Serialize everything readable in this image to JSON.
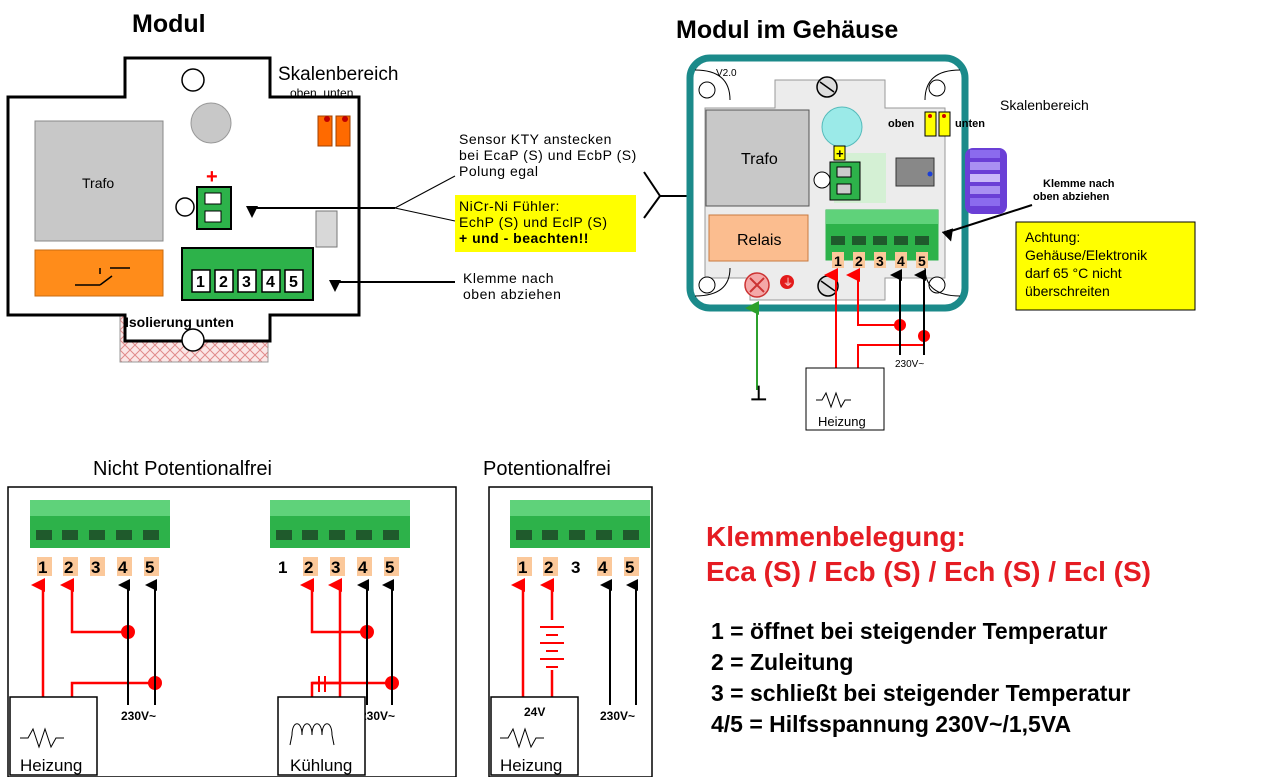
{
  "titles": {
    "modul": "Modul",
    "modul_gehaeuse": "Modul im Gehäuse",
    "nicht_potentialfrei": "Nicht Potentionalfrei",
    "potentialfrei": "Potentionalfrei"
  },
  "modul": {
    "skalenbereich": "Skalenbereich",
    "oben_unten": "oben  unten",
    "trafo": "Trafo",
    "plus": "+",
    "terminals": [
      "1",
      "2",
      "3",
      "4",
      "5"
    ],
    "isolierung": "Isolierung unten"
  },
  "annotations": {
    "sensor": [
      "Sensor KTY anstecken",
      "bei EcaP (S) und EcbP (S)",
      "Polung egal"
    ],
    "nicr": [
      "NiCr-Ni Fühler:",
      "EchP (S) und EclP (S)",
      "+ und - beachten!!"
    ],
    "klemme": [
      "Klemme nach",
      "oben abziehen"
    ]
  },
  "gehaeuse": {
    "version": "V2.0",
    "trafo": "Trafo",
    "relais": "Relais",
    "plus": "+",
    "oben": "oben",
    "skalenbereich": "Skalenbereich",
    "unten": "unten",
    "klemme_bold": [
      "Klemme nach",
      "oben abziehen"
    ],
    "achtung": [
      "Achtung:",
      "Gehäuse/Elektronik",
      "darf 65 °C nicht",
      "überschreiten"
    ],
    "terminals": [
      "1",
      "2",
      "3",
      "4",
      "5"
    ],
    "voltage": "230V~",
    "heizung": "Heizung",
    "ground": "⊥"
  },
  "wiring": {
    "voltage": "230V~",
    "voltage_24": "24V",
    "heizung": "Heizung",
    "kuehlung": "Kühlung",
    "terminals": [
      "1",
      "2",
      "3",
      "4",
      "5"
    ]
  },
  "legend": {
    "heading1": "Klemmenbelegung:",
    "heading2": "Eca (S) / Ecb (S) / Ech (S) / Ecl (S)",
    "items": [
      "1 = öffnet bei steigender Temperatur",
      "2 = Zuleitung",
      "3 = schließt bei steigender Temperatur",
      "4/5 = Hilfsspannung 230V~/1,5VA"
    ]
  },
  "colors": {
    "red_text": "#e51c23",
    "terminal_green": "#2db24a",
    "housing_teal": "#1b8a8a",
    "wire_red": "#ff0000",
    "wire_green": "#2ca02c",
    "warning_yellow": "#ffff00",
    "relais_orange": "#fbbd8f",
    "trafo_gray": "#c8c8c8"
  }
}
